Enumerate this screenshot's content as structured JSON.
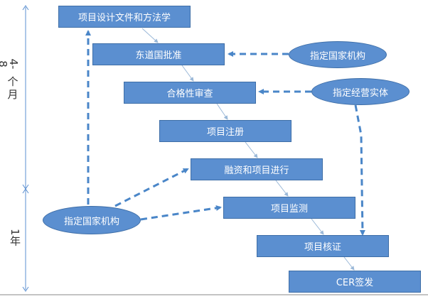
{
  "steps": {
    "s1": "项目设计文件和方法学",
    "s2": "东道国批准",
    "s3": "合格性审查",
    "s4": "项目注册",
    "s5": "融资和项目进行",
    "s6": "项目监测",
    "s7": "项目核证",
    "s8": "CER签发"
  },
  "actors": {
    "national_authority_top": "指定国家机构",
    "operational_entity": "指定经营实体",
    "national_authority_bottom": "指定国家机构"
  },
  "timeline": {
    "phase1_num": "4-8",
    "phase1_char1": "个",
    "phase1_char2": "月",
    "phase2": "1年"
  },
  "colors": {
    "box_fill": "#5b8fd0",
    "box_border": "#3e6ea7",
    "dashed_arrow": "#4a86c8",
    "thin_connector": "#9ab8d8",
    "timeline": "#5b8fd0"
  }
}
